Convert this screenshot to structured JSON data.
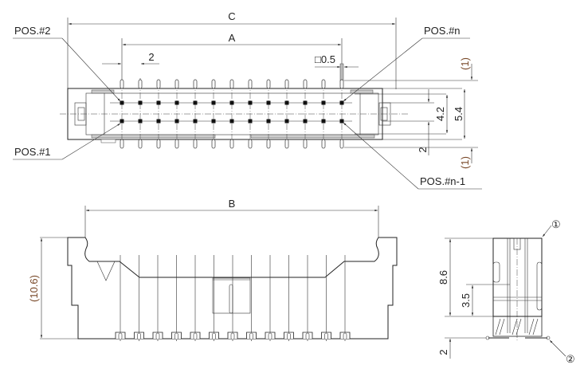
{
  "top_view": {
    "dim_c": "C",
    "dim_a": "A",
    "dim_pitch": "2",
    "dim_pin_square": "□0.5",
    "dim_pin_extension_top": "(1)",
    "dim_pin_extension_bottom": "(1)",
    "dim_row_span": "4.2",
    "dim_body_depth": "5.4",
    "dim_row_pitch": "2",
    "label_pos2": "POS.#2",
    "label_posn": "POS.#n",
    "label_pos1": "POS.#1",
    "label_posn1": "POS.#n-1",
    "pin_columns": 13
  },
  "front_view": {
    "dim_b": "B",
    "dim_height": "(10.6)",
    "pin_count": 13
  },
  "side_view": {
    "dim_height": "8.6",
    "dim_pin_height": "3.5",
    "dim_tail": "2",
    "callout_1": "①",
    "callout_2": "②"
  }
}
